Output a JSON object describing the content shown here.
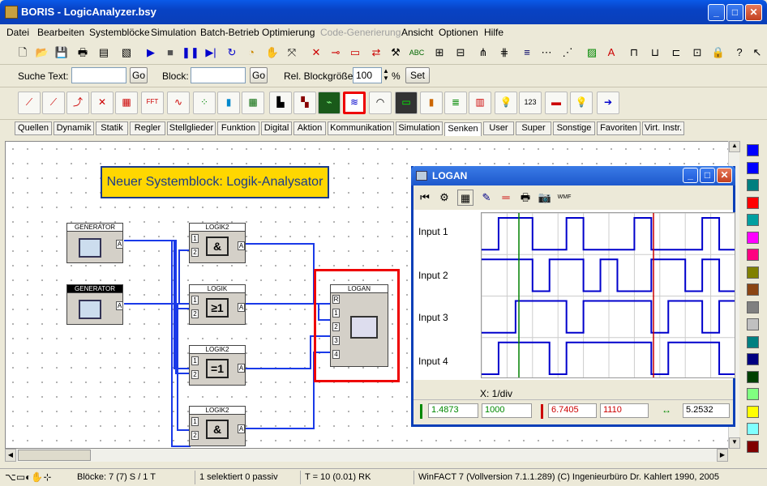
{
  "window": {
    "title": "BORIS - LogicAnalyzer.bsy"
  },
  "menu": [
    "Datei",
    "Bearbeiten",
    "Systemblöcke",
    "Simulation",
    "Batch-Betrieb",
    "Optimierung",
    "Code-Generierung",
    "Ansicht",
    "Optionen",
    "Hilfe"
  ],
  "search": {
    "label": "Suche Text:",
    "value": "",
    "go": "Go",
    "block_label": "Block:",
    "block_value": "",
    "go2": "Go",
    "size_label": "Rel. Blockgröße:",
    "size_value": "100",
    "size_unit": "%",
    "set": "Set"
  },
  "tabs": [
    "Quellen",
    "Dynamik",
    "Statik",
    "Regler",
    "Stellglieder",
    "Funktion",
    "Digital",
    "Aktion",
    "Kommunikation",
    "Simulation",
    "Senken",
    "User",
    "Super",
    "Sonstige",
    "Favoriten",
    "Virt. Instr."
  ],
  "active_tab": "Senken",
  "canvas": {
    "note": "Neuer Systemblock: Logik-Analysator",
    "gen1": "GENERATOR",
    "gen2": "GENERATOR",
    "l1": "LOGIK2",
    "l2": "LOGIK",
    "l3": "LOGIK2",
    "l4": "LOGIK2",
    "s1": "&",
    "s2": "≥1",
    "s3": "=1",
    "s4": "&",
    "logan": "LOGAN",
    "pR": "R",
    "p1": "1",
    "p2": "2",
    "p3": "3",
    "p4": "4",
    "pA": "A",
    "in1": "1",
    "in2": "2"
  },
  "logan_window": {
    "title": "LOGAN",
    "inputs": [
      "Input 1",
      "Input 2",
      "Input 3",
      "Input 4"
    ],
    "xlabel": "X: 1/div",
    "readout": {
      "cursor1_time": "1.4873",
      "cursor1_value": "1000",
      "cursor2_time": "6.7405",
      "cursor2_value": "1110",
      "delta": "5.2532"
    },
    "signals": [
      [
        0,
        1,
        1,
        0,
        0,
        1,
        0,
        0,
        0,
        1,
        0,
        0,
        0,
        1,
        0
      ],
      [
        1,
        1,
        1,
        0,
        1,
        1,
        0,
        1,
        0,
        0,
        1,
        1,
        0,
        1,
        0
      ],
      [
        0,
        0,
        1,
        1,
        1,
        0,
        1,
        1,
        1,
        1,
        0,
        1,
        1,
        0,
        1
      ],
      [
        0,
        1,
        1,
        1,
        0,
        1,
        1,
        1,
        1,
        1,
        0,
        1,
        1,
        1,
        0
      ]
    ],
    "trace_color": "#0000CC",
    "cursor1_color": "#008000",
    "cursor2_color": "#CC0000"
  },
  "palette": [
    "#0000FF",
    "#0000FF",
    "#007F7F",
    "#FF0000",
    "#00A0A0",
    "#FF00FF",
    "#FF0080",
    "#808000",
    "#8B4513",
    "#808080",
    "#C0C0C0",
    "#008080",
    "#000080",
    "#004000",
    "#80FF80",
    "#FFFF00",
    "#80FFFF",
    "#800000"
  ],
  "status": {
    "blocks": "Blöcke: 7 (7) S / 1 T",
    "selection": "1 selektiert  0 passiv",
    "time": "T = 10  (0.01) RK",
    "info": "WinFACT 7 (Vollversion 7.1.1.289) (C) Ingenieurbüro Dr. Kahlert 1990, 2005"
  }
}
